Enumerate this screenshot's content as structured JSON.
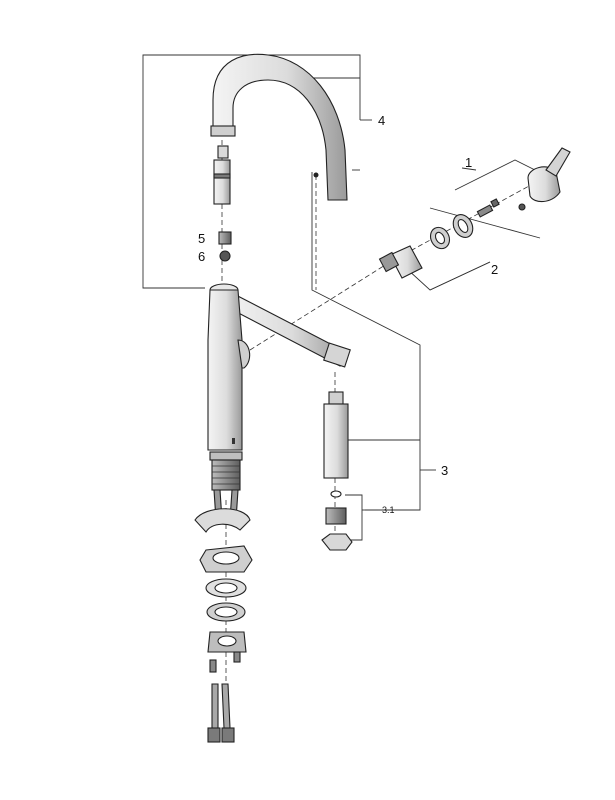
{
  "callouts": {
    "c1": "1",
    "c2": "2",
    "c3": "3",
    "c31": "3.1",
    "c4": "4",
    "c5": "5",
    "c6": "6"
  },
  "colors": {
    "part_fill": "#e6e6e6",
    "part_dark": "#6f6f6f",
    "line": "#333333"
  }
}
